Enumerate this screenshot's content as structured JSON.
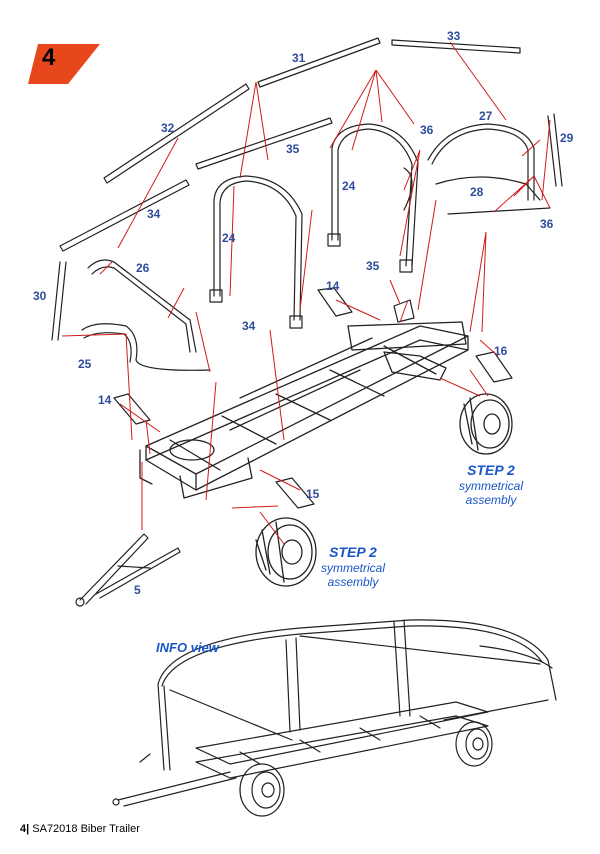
{
  "page": {
    "step_number": "4",
    "info_title": "INFO view",
    "footer": {
      "page_number": "4|",
      "text": "SA72018  Biber Trailer"
    }
  },
  "steps": [
    {
      "title": "STEP 2",
      "line1": "symmetrical",
      "line2": "assembly"
    },
    {
      "title": "STEP 2",
      "line1": "symmetrical",
      "line2": "assembly"
    }
  ],
  "part_labels": [
    "33",
    "31",
    "32",
    "36",
    "27",
    "29",
    "35",
    "24",
    "24",
    "28",
    "34",
    "36",
    "26",
    "30",
    "14",
    "35",
    "25",
    "34",
    "16",
    "14",
    "15",
    "5"
  ],
  "colors": {
    "accent": "#e8471c",
    "label_blue": "#2f4d9c",
    "step_blue": "#1a56c8",
    "leader_red": "#d21a1a"
  }
}
